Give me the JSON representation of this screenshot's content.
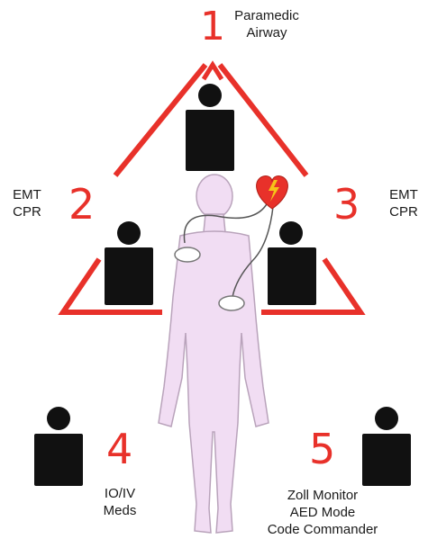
{
  "colors": {
    "accent": "#e8312a",
    "body_fill": "#f1ddf3",
    "body_stroke": "#b9a3bb",
    "person": "#111111",
    "pad_fill": "#ffffff",
    "triangle": "#e8312a"
  },
  "icons": [
    "person-icon",
    "heart-defib-icon",
    "electrode-pad-icon"
  ],
  "positions": [
    {
      "number": "1",
      "lines": [
        "Paramedic",
        "Airway"
      ]
    },
    {
      "number": "2",
      "lines": [
        "EMT",
        "CPR"
      ]
    },
    {
      "number": "3",
      "lines": [
        "EMT",
        "CPR"
      ]
    },
    {
      "number": "4",
      "lines": [
        "IO/IV",
        "Meds"
      ]
    },
    {
      "number": "5",
      "lines": [
        "Zoll Monitor",
        "AED Mode",
        "Code Commander"
      ]
    }
  ]
}
